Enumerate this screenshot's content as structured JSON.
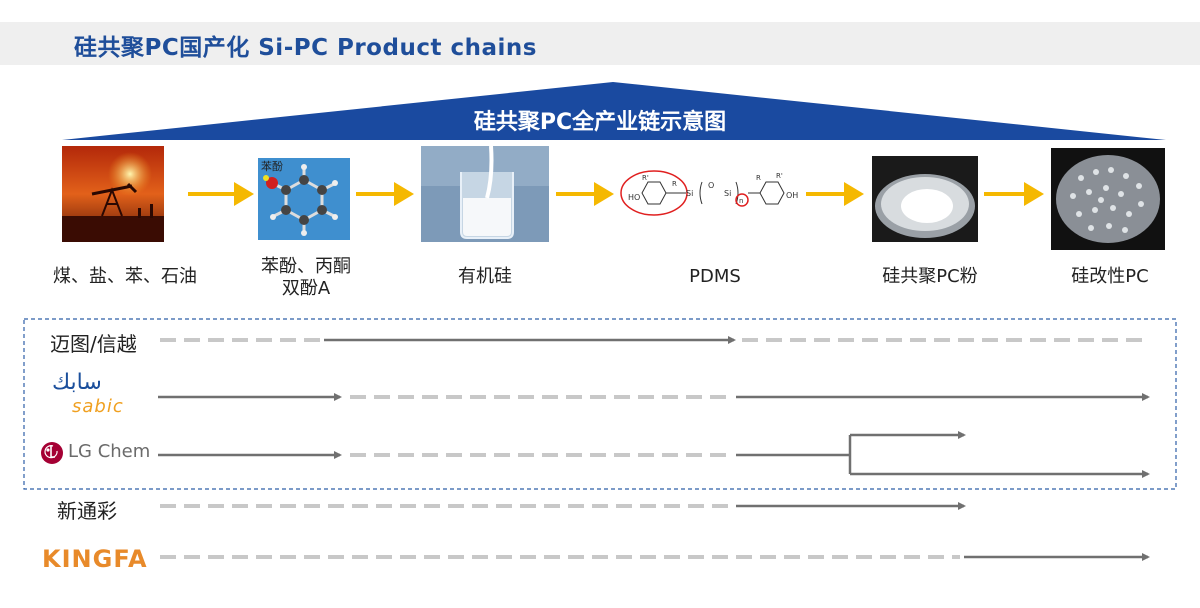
{
  "header": {
    "title": "硅共聚PC国产化 Si-PC Product chains"
  },
  "banner": {
    "title": "硅共聚PC全产业链示意图"
  },
  "stages": [
    {
      "label": "煤、盐、苯、石油"
    },
    {
      "label_line1": "苯酚、丙酮",
      "label_line2": "双酚A",
      "image_tag": "苯酚"
    },
    {
      "label": "有机硅"
    },
    {
      "label": "PDMS"
    },
    {
      "label": "硅共聚PC粉"
    },
    {
      "label": "硅改性PC"
    }
  ],
  "companies": [
    {
      "name": "迈图/信越"
    },
    {
      "name": "sabic",
      "logo_arabic": "سابك"
    },
    {
      "name": "LG Chem"
    },
    {
      "name": "新通彩"
    },
    {
      "name": "KINGFA"
    }
  ],
  "colors": {
    "title_blue": "#1f4e9a",
    "banner_blue": "#1a4aa0",
    "arrow_yellow": "#f5b800",
    "flow_gray": "#707070",
    "dash_gray": "#c8c8c8",
    "box_blue": "#2e5fa8"
  }
}
